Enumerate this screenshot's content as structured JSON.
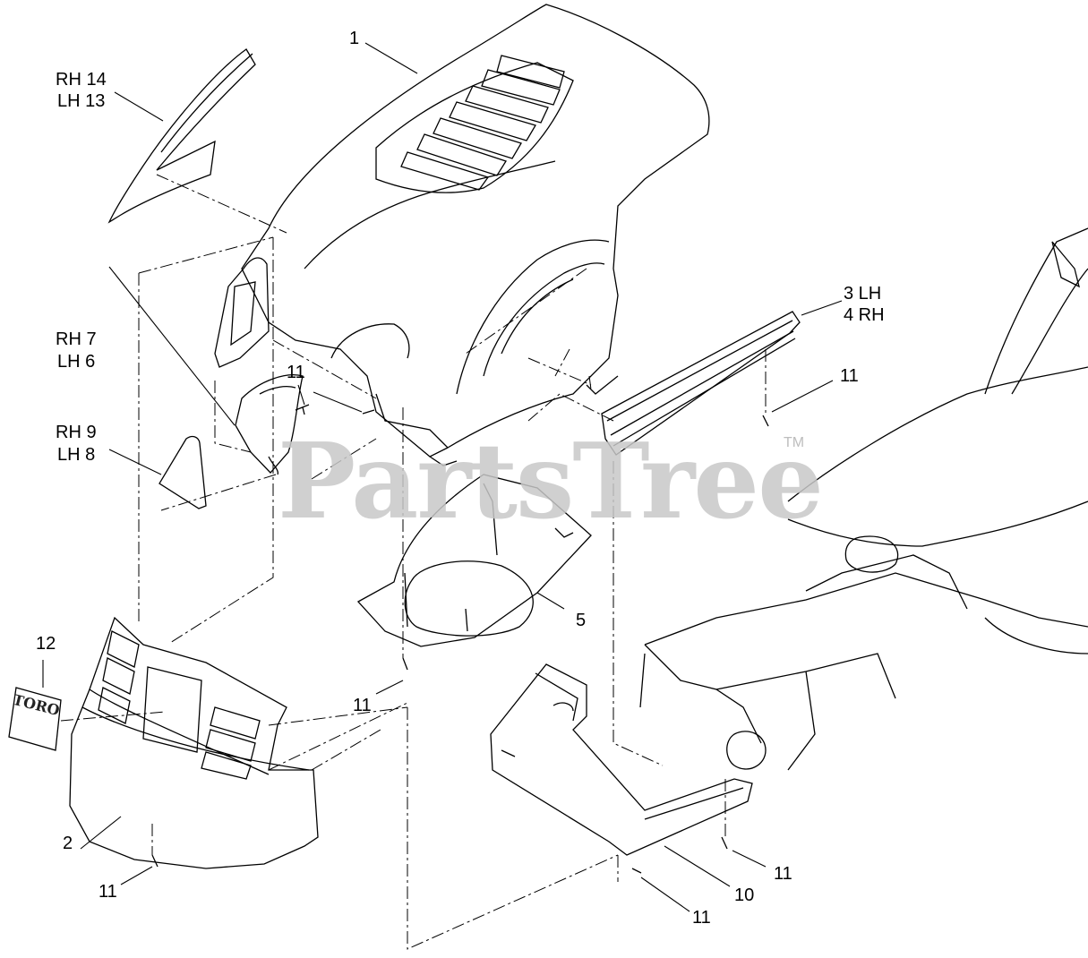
{
  "callouts": {
    "c1": "1",
    "c2": "2",
    "c3_line1": "3 LH",
    "c3_line2": "4 RH",
    "c5": "5",
    "c7_line1": "RH 7",
    "c7_line2": "LH 6",
    "c9_line1": "RH 9",
    "c9_line2": "LH 8",
    "c10": "10",
    "c11": "11",
    "c12": "12",
    "c14_line1": "RH 14",
    "c14_line2": "LH 13"
  },
  "watermark": {
    "text": "PartsTree",
    "tm": "TM"
  },
  "logo": {
    "text": "TORO"
  },
  "colors": {
    "line": "#000000",
    "watermark": "#c8c8c8"
  }
}
